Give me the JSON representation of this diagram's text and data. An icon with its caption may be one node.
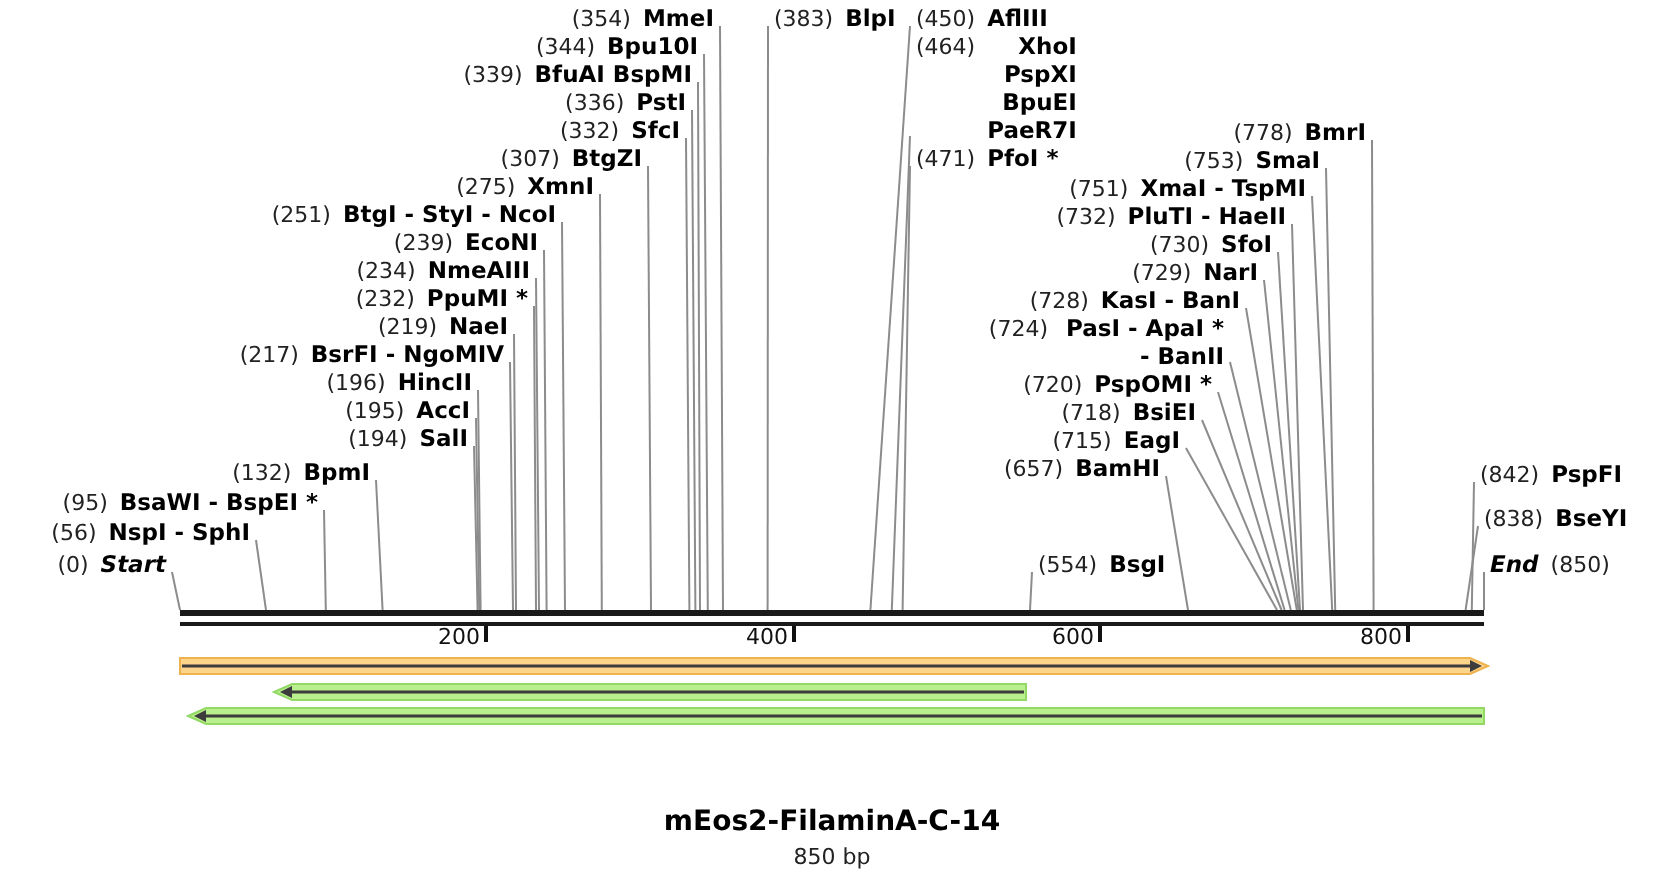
{
  "diagram": {
    "title": "mEos2-FilaminA-C-14",
    "caption": "850 bp",
    "nodes": [
      {
        "text": [
          "(0)",
          "Start"
        ]
      },
      {
        "text": [
          "(56)",
          "NspI - SphI"
        ]
      },
      {
        "text": [
          "(95)",
          "BsaWI - BspEI *"
        ]
      },
      {
        "text": [
          "(132)",
          "BpmI"
        ]
      },
      {
        "text": [
          "(194)",
          "SalI"
        ]
      },
      {
        "text": [
          "(195)",
          "AccI"
        ]
      },
      {
        "text": [
          "(196)",
          "HincII"
        ]
      },
      {
        "text": [
          "(217)",
          "BsrFI - NgoMIV"
        ]
      },
      {
        "text": [
          "(219)",
          "NaeI"
        ]
      },
      {
        "text": [
          "(232)",
          "PpuMI *"
        ]
      },
      {
        "text": [
          "(234)",
          "NmeAIII"
        ]
      },
      {
        "text": [
          "(239)",
          "EcoNI"
        ]
      },
      {
        "text": [
          "(251)",
          "BtgI - StyI - NcoI"
        ]
      },
      {
        "text": [
          "(275)",
          "XmnI"
        ]
      },
      {
        "text": [
          "(307)",
          "BtgZI"
        ]
      },
      {
        "text": [
          "(332)",
          "SfcI"
        ]
      },
      {
        "text": [
          "(336)",
          "PstI"
        ]
      },
      {
        "text": [
          "(339)",
          "BfuAI BspMI"
        ]
      },
      {
        "text": [
          "(344)",
          "Bpu10I"
        ]
      },
      {
        "text": [
          "(354)",
          "MmeI"
        ]
      },
      {
        "text": [
          "(383)",
          "BlpI"
        ]
      },
      {
        "text": [
          "(450)",
          "AflIII"
        ]
      },
      {
        "text": [
          "(464)",
          "XhoI PspXI BpuEI PaeR7I"
        ]
      },
      {
        "text": [
          "(471)",
          "PfoI *"
        ]
      },
      {
        "text": [
          "(554)",
          "BsgI"
        ]
      },
      {
        "text": [
          "(657)",
          "BamHI"
        ]
      },
      {
        "text": [
          "(715)",
          "EagI"
        ]
      },
      {
        "text": [
          "(718)",
          "BsiEI"
        ]
      },
      {
        "text": [
          "(720)",
          "PspOMI *"
        ]
      },
      {
        "text": [
          "(724)",
          "PasI - ApaI * - BanII"
        ]
      },
      {
        "text": [
          "(728)",
          "KasI - BanI"
        ]
      },
      {
        "text": [
          "(729)",
          "NarI"
        ]
      },
      {
        "text": [
          "(730)",
          "SfoI"
        ]
      },
      {
        "text": [
          "(732)",
          "PluTI - HaeII"
        ]
      },
      {
        "text": [
          "(751)",
          "XmaI - TspMI"
        ]
      },
      {
        "text": [
          "(753)",
          "SmaI"
        ]
      },
      {
        "text": [
          "(778)",
          "BmrI"
        ]
      },
      {
        "text": [
          "(838)",
          "BseYI"
        ]
      },
      {
        "text": [
          "(842)",
          "PspFI"
        ]
      },
      {
        "text": [
          "End",
          "(850)"
        ]
      },
      {
        "text": [],
        "shape": "bar"
      },
      {
        "text": [],
        "shape": "arrow"
      },
      {
        "text": [],
        "shape": "arrow"
      },
      {
        "text": [],
        "shape": "arrow"
      }
    ],
    "edges": [
      {
        "from": 0,
        "to": 40,
        "arrow": "none"
      },
      {
        "from": 1,
        "to": 40,
        "arrow": "none"
      },
      {
        "from": 2,
        "to": 40,
        "arrow": "none"
      },
      {
        "from": 3,
        "to": 40,
        "arrow": "none"
      },
      {
        "from": 4,
        "to": 40,
        "arrow": "none"
      },
      {
        "from": 5,
        "to": 40,
        "arrow": "none"
      },
      {
        "from": 6,
        "to": 40,
        "arrow": "none"
      },
      {
        "from": 7,
        "to": 40,
        "arrow": "none"
      },
      {
        "from": 8,
        "to": 40,
        "arrow": "none"
      },
      {
        "from": 9,
        "to": 40,
        "arrow": "none"
      },
      {
        "from": 10,
        "to": 40,
        "arrow": "none"
      },
      {
        "from": 11,
        "to": 40,
        "arrow": "none"
      },
      {
        "from": 12,
        "to": 40,
        "arrow": "none"
      },
      {
        "from": 13,
        "to": 40,
        "arrow": "none"
      },
      {
        "from": 14,
        "to": 40,
        "arrow": "none"
      },
      {
        "from": 15,
        "to": 40,
        "arrow": "none"
      },
      {
        "from": 16,
        "to": 40,
        "arrow": "none"
      },
      {
        "from": 17,
        "to": 40,
        "arrow": "none"
      },
      {
        "from": 18,
        "to": 40,
        "arrow": "none"
      },
      {
        "from": 19,
        "to": 40,
        "arrow": "none"
      },
      {
        "from": 20,
        "to": 40,
        "arrow": "none"
      },
      {
        "from": 21,
        "to": 40,
        "arrow": "none"
      },
      {
        "from": 22,
        "to": 40,
        "arrow": "none"
      },
      {
        "from": 23,
        "to": 40,
        "arrow": "none"
      },
      {
        "from": 24,
        "to": 40,
        "arrow": "none"
      },
      {
        "from": 25,
        "to": 40,
        "arrow": "none"
      },
      {
        "from": 26,
        "to": 40,
        "arrow": "none"
      },
      {
        "from": 27,
        "to": 40,
        "arrow": "none"
      },
      {
        "from": 28,
        "to": 40,
        "arrow": "none"
      },
      {
        "from": 29,
        "to": 40,
        "arrow": "none"
      },
      {
        "from": 30,
        "to": 40,
        "arrow": "none"
      },
      {
        "from": 31,
        "to": 40,
        "arrow": "none"
      },
      {
        "from": 32,
        "to": 40,
        "arrow": "none"
      },
      {
        "from": 33,
        "to": 40,
        "arrow": "none"
      },
      {
        "from": 34,
        "to": 40,
        "arrow": "none"
      },
      {
        "from": 35,
        "to": 40,
        "arrow": "none"
      },
      {
        "from": 36,
        "to": 40,
        "arrow": "none"
      },
      {
        "from": 37,
        "to": 40,
        "arrow": "none"
      },
      {
        "from": 38,
        "to": 40,
        "arrow": "none"
      },
      {
        "from": 39,
        "to": 40,
        "arrow": "none"
      }
    ],
    "labels": [
      "200",
      "400",
      "600",
      "800"
    ]
  }
}
